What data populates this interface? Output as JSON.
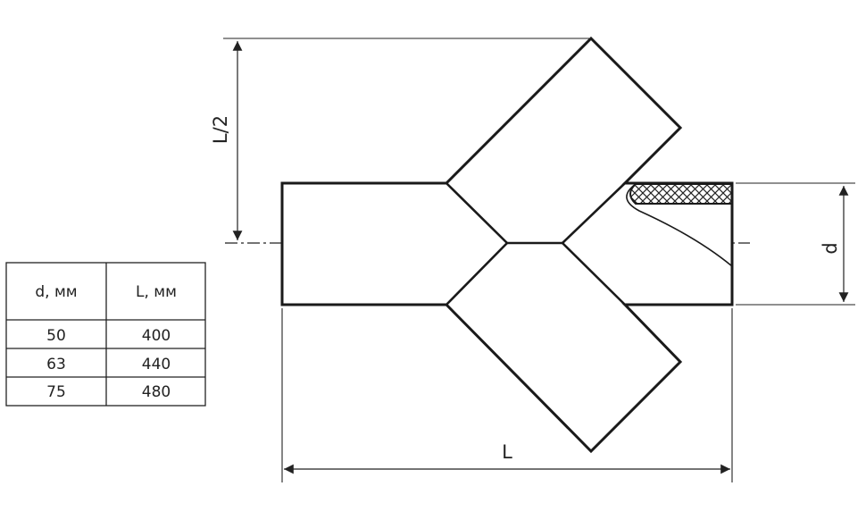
{
  "dimensions": {
    "length_label": "L",
    "half_length_label": "L/2",
    "diameter_label": "d"
  },
  "table": {
    "headers": [
      "d, мм",
      "L, мм"
    ],
    "rows": [
      [
        "50",
        "400"
      ],
      [
        "63",
        "440"
      ],
      [
        "75",
        "480"
      ]
    ]
  }
}
